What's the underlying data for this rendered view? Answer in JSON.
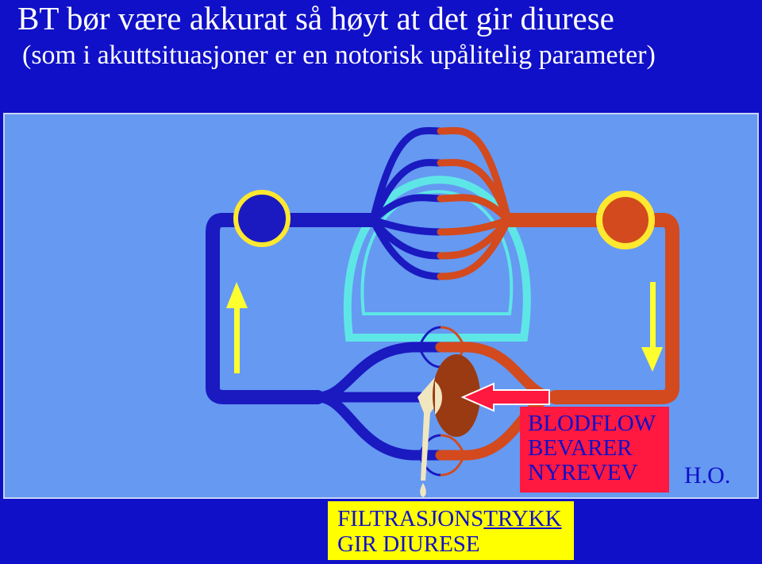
{
  "header": {
    "title": "BT bør være akkurat så høyt at det gir diurese",
    "subtitle": "(som i akuttsituasjoner er en notorisk upålitelig parameter)"
  },
  "callout_red": {
    "lines": [
      "BLODFLOW",
      "BEVARER",
      "NYREVEV"
    ]
  },
  "callout_yellow": {
    "line1_plain": "FILTRASJONS",
    "line1_underlined": "TRYKK",
    "line2": "GIR DIURESE"
  },
  "author": "H.O.",
  "colors": {
    "background": "#1010c8",
    "panel": "#6699f2",
    "venous_blue": "#1a1ac0",
    "arterial_red": "#d24a1e",
    "lung_outline": "#5ee6e6",
    "arrow_yellow": "#ffff30",
    "kidney_brown": "#9a3a12",
    "urine": "#f0e6c0",
    "callout_red": "#ff1840",
    "callout_yellow": "#ffff00"
  },
  "icons": [
    "up-arrow-icon",
    "down-arrow-icon",
    "left-arrow-icon",
    "kidney-icon",
    "heart-chamber-icon"
  ]
}
